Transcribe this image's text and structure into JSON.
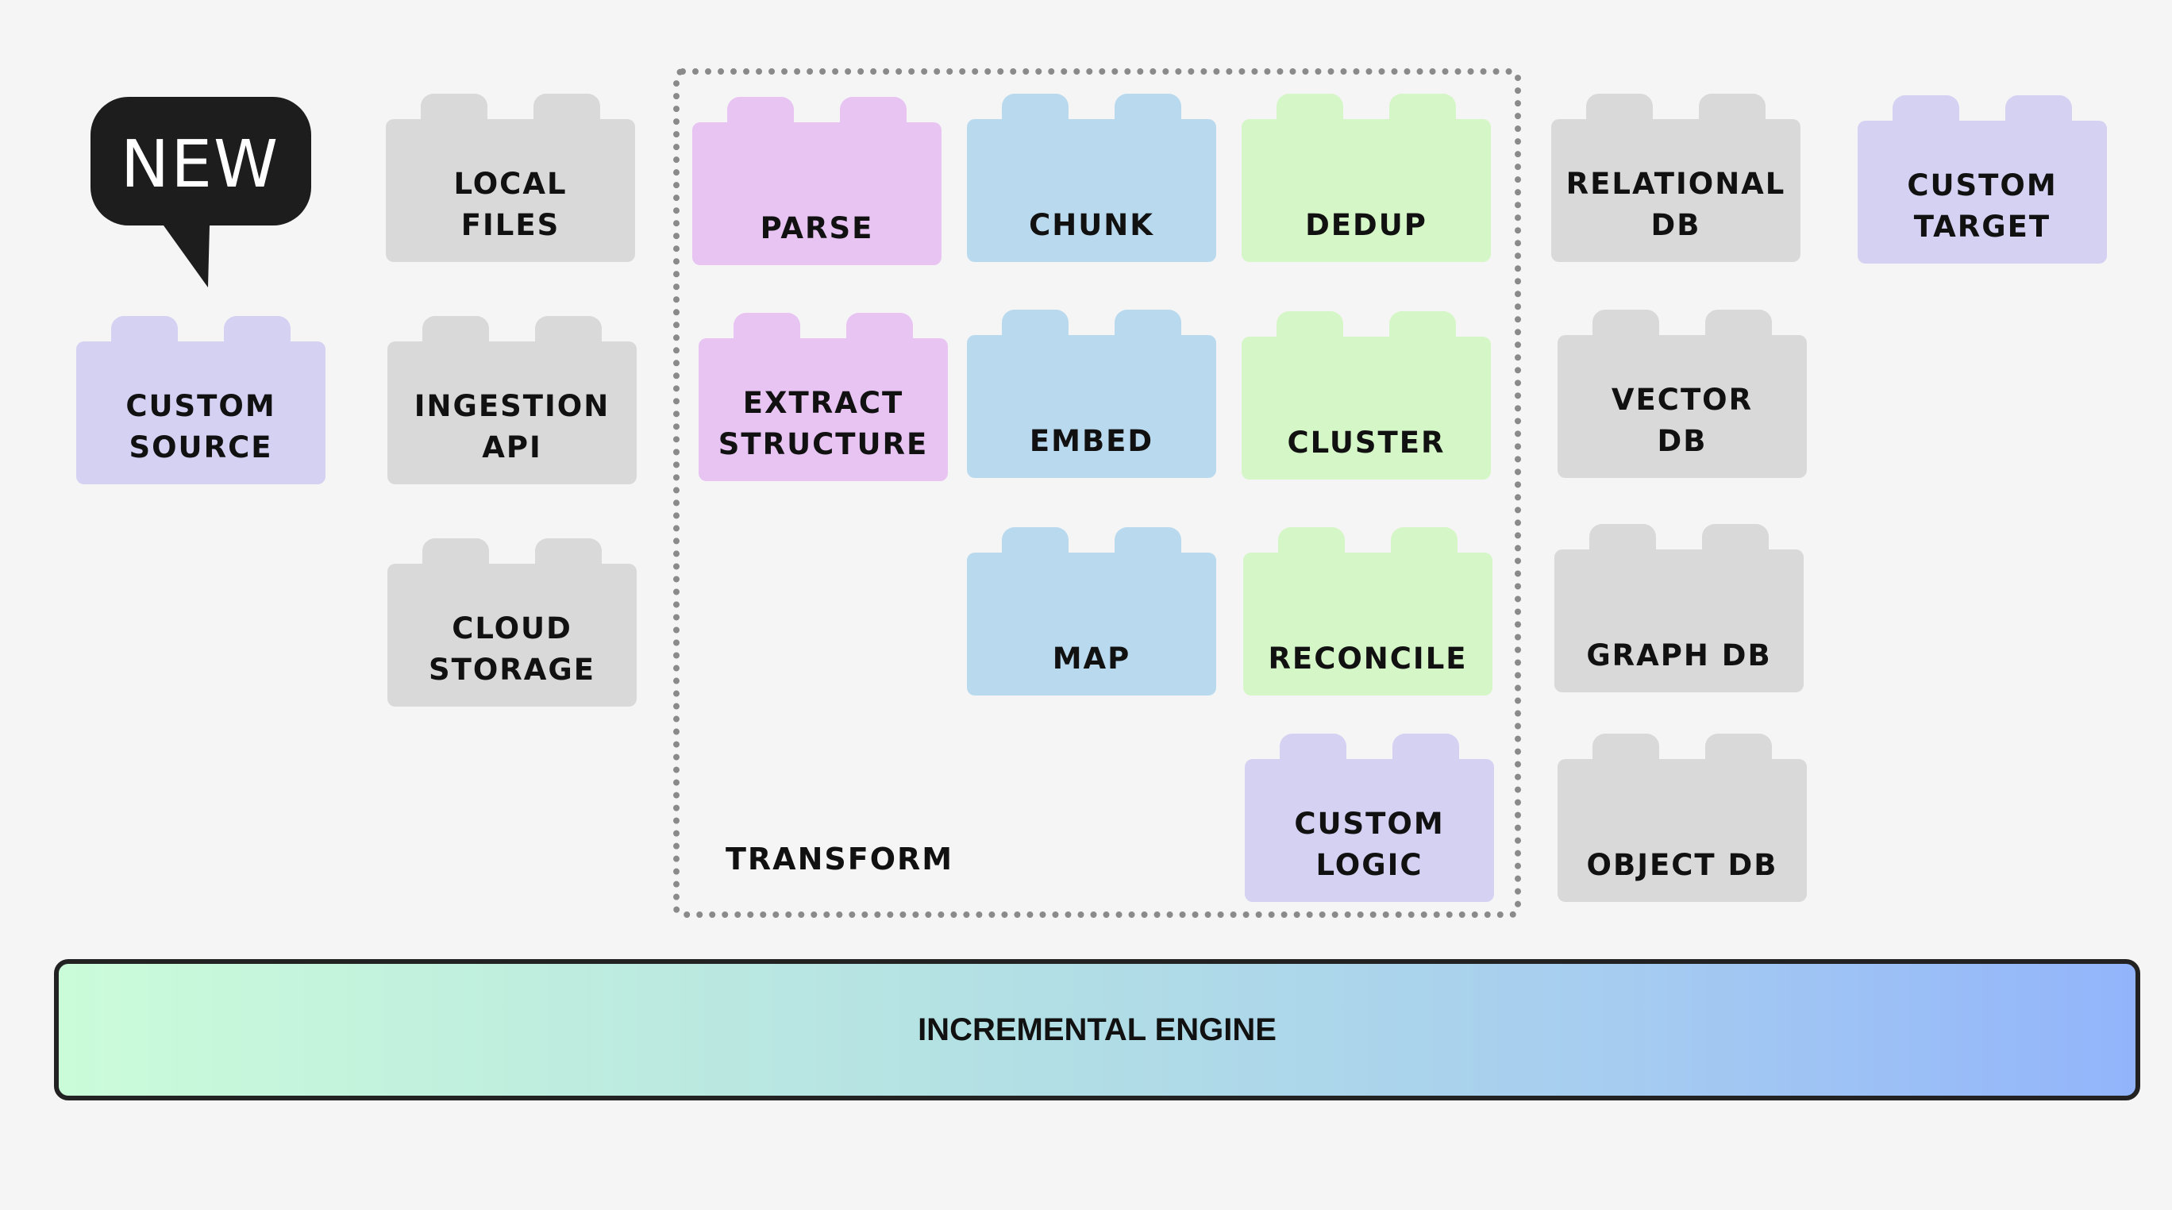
{
  "new_badge": {
    "text": "NEW",
    "icon": "speech-bubble-icon"
  },
  "sources": {
    "custom_source": "CUSTOM\nSOURCE",
    "local_files": "LOCAL\nFILES",
    "ingestion_api": "INGESTION\nAPI",
    "cloud_storage": "CLOUD\nSTORAGE"
  },
  "transform": {
    "label": "TRANSFORM",
    "parse": "PARSE",
    "extract_structure": "EXTRACT\nSTRUCTURE",
    "chunk": "CHUNK",
    "embed": "EMBED",
    "map": "MAP",
    "dedup": "DEDUP",
    "cluster": "CLUSTER",
    "reconcile": "RECONCILE",
    "custom_logic": "CUSTOM\nLOGIC"
  },
  "targets": {
    "relational_db": "RELATIONAL\nDB",
    "vector_db": "VECTOR\nDB",
    "graph_db": "GRAPH DB",
    "object_db": "OBJECT DB",
    "custom_target": "CUSTOM\nTARGET"
  },
  "engine": {
    "label": "INCREMENTAL ENGINE"
  },
  "colors": {
    "grey": "#d9d9d9",
    "purple": "#d4d1f3",
    "pink": "#e8c4f3",
    "blue": "#b9daee",
    "green": "#d5f6c6"
  }
}
